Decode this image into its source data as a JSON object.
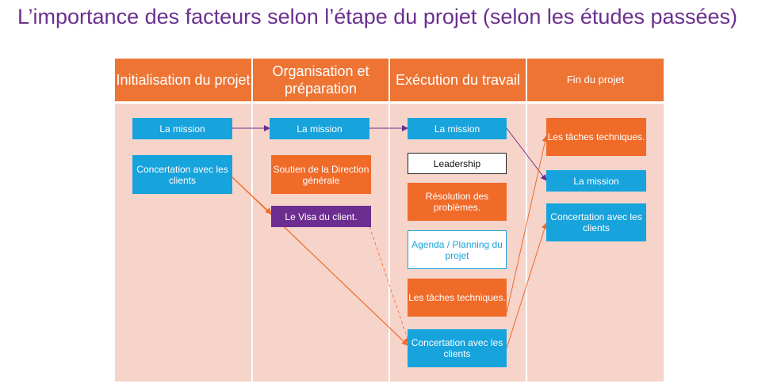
{
  "title": "L’importance des facteurs selon l’étape du projet (selon les études passées)",
  "columns": [
    "Initialisation du projet",
    "Organisation et préparation",
    "Exécution du travail",
    "Fin du projet"
  ],
  "col1": {
    "mission": "La mission",
    "concertation": "Concertation avec les clients"
  },
  "col2": {
    "mission": "La mission",
    "soutien": "Soutien de la Direction générale",
    "visa": "Le Visa du client."
  },
  "col3": {
    "mission": "La mission",
    "leadership": "Leadership",
    "resolution": "Résolution des problèmes.",
    "agenda": "Agenda / Planning du projet",
    "taches": "Les tâches techniques.",
    "concertation": "Concertation avec les clients"
  },
  "col4": {
    "taches": "Les tâches techniques.",
    "mission": "La mission",
    "concertation": "Concertation avec les clients"
  },
  "colors": {
    "title": "#6b2f8f",
    "header": "#ee7434",
    "background": "#f6d4ca",
    "blue": "#17a3dc",
    "orange": "#f06a28",
    "purple": "#6c2d91"
  }
}
